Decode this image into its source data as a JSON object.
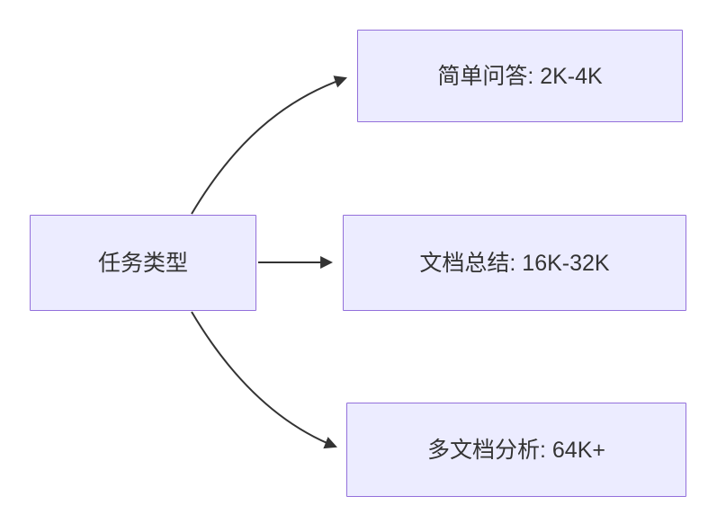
{
  "diagram": {
    "type": "flowchart-left-right",
    "root": {
      "label": "任务类型"
    },
    "branches": [
      {
        "label": "简单问答: 2K-4K"
      },
      {
        "label": "文档总结: 16K-32K"
      },
      {
        "label": "多文档分析: 64K+"
      }
    ],
    "colors": {
      "node_fill": "#ECECFF",
      "node_border": "#9370DB",
      "arrow": "#333333",
      "text": "#333333",
      "background": "#ffffff"
    }
  }
}
